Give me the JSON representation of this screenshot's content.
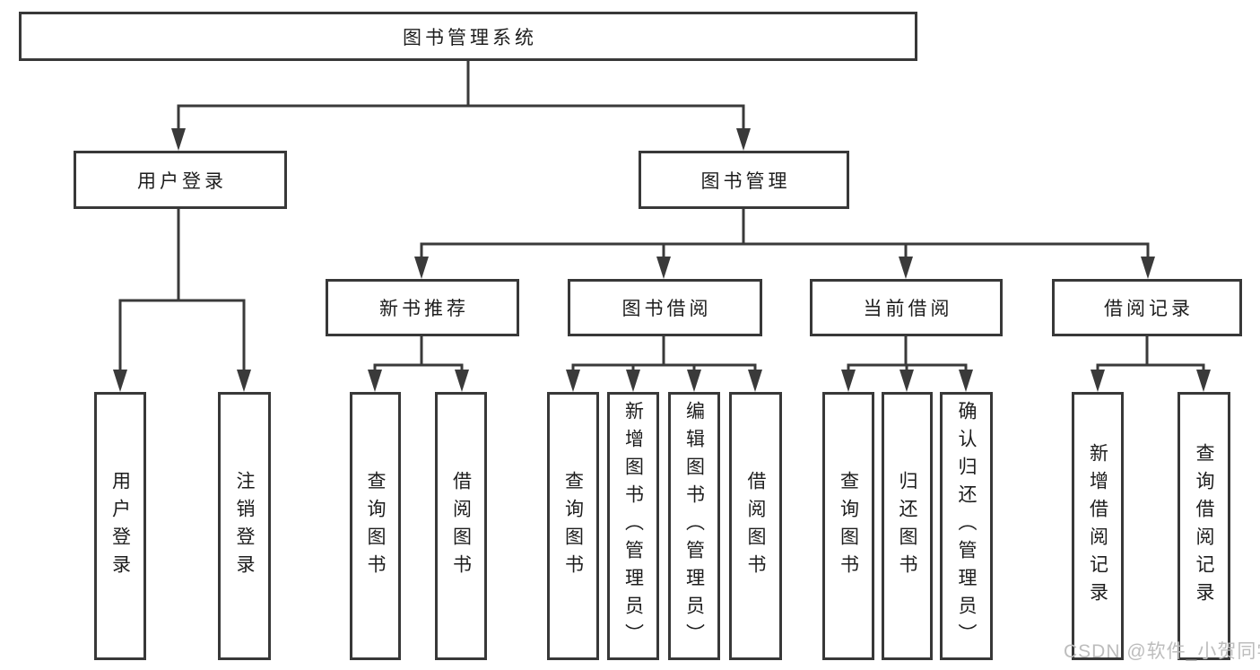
{
  "tree": {
    "label": "图书管理系统",
    "children": [
      {
        "label": "用户登录",
        "children": [
          {
            "label": "用户登录"
          },
          {
            "label": "注销登录"
          }
        ]
      },
      {
        "label": "图书管理",
        "children": [
          {
            "label": "新书推荐",
            "children": [
              {
                "label": "查询图书"
              },
              {
                "label": "借阅图书"
              }
            ]
          },
          {
            "label": "图书借阅",
            "children": [
              {
                "label": "查询图书"
              },
              {
                "label": "新增图书（管理员）"
              },
              {
                "label": "编辑图书（管理员）"
              },
              {
                "label": "借阅图书"
              }
            ]
          },
          {
            "label": "当前借阅",
            "children": [
              {
                "label": "查询图书"
              },
              {
                "label": "归还图书"
              },
              {
                "label": "确认归还（管理员）"
              }
            ]
          },
          {
            "label": "借阅记录",
            "children": [
              {
                "label": "新增借阅记录"
              },
              {
                "label": "查询借阅记录"
              }
            ]
          }
        ]
      }
    ]
  },
  "watermark": {
    "text": "CSDN @软件_小贺同学",
    "color": "#bdbdbd"
  },
  "colors": {
    "line": "#3a3a3a",
    "box_border": "#383838",
    "text": "#1d1d1d",
    "background": "#ffffff"
  }
}
